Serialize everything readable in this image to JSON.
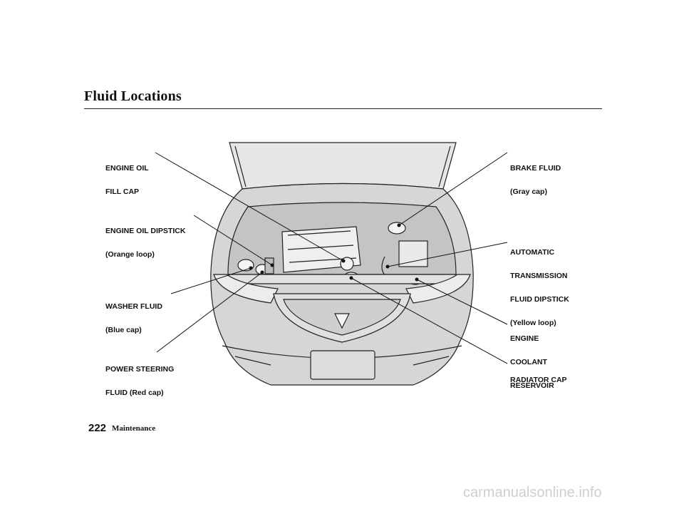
{
  "page": {
    "title": "Fluid Locations",
    "page_number": "222",
    "section": "Maintenance",
    "watermark": "carmanualsonline.info"
  },
  "callouts": {
    "engine_oil_fill_cap": [
      "ENGINE OIL",
      "FILL CAP"
    ],
    "engine_oil_dipstick": [
      "ENGINE OIL DIPSTICK",
      "(Orange loop)"
    ],
    "washer_fluid": [
      "WASHER FLUID",
      "(Blue cap)"
    ],
    "power_steering_fluid": [
      "POWER STEERING",
      "FLUID (Red cap)"
    ],
    "brake_fluid": [
      "BRAKE FLUID",
      "(Gray cap)"
    ],
    "atf_dipstick": [
      "AUTOMATIC",
      "TRANSMISSION",
      "FLUID DIPSTICK",
      "(Yellow loop)"
    ],
    "engine_coolant_reservoir": [
      "ENGINE",
      "COOLANT",
      "RESERVOIR"
    ],
    "radiator_cap": [
      "RADIATOR CAP"
    ]
  }
}
